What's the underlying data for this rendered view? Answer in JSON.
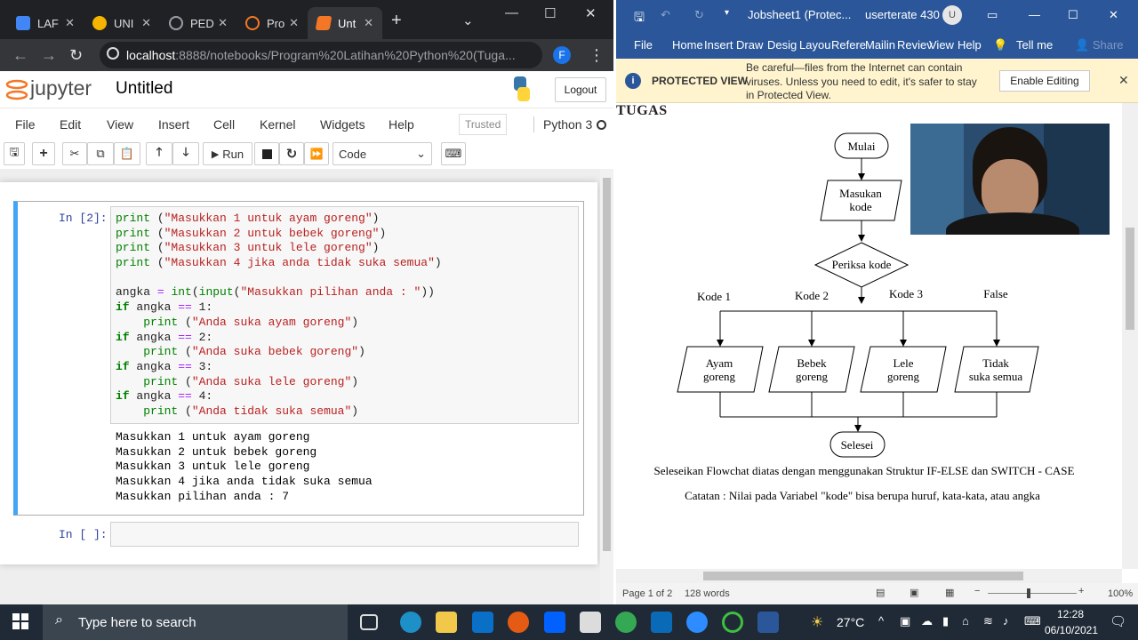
{
  "chrome": {
    "tabs": [
      {
        "label": "LAF",
        "color": "#4285f4"
      },
      {
        "label": "UNI",
        "color": "#f4b400"
      },
      {
        "label": "PED",
        "color": "#9aa0a6"
      },
      {
        "label": "Pro",
        "color": "#f37726"
      },
      {
        "label": "Unt",
        "color": "#f37726"
      }
    ],
    "new_tab": "+",
    "url_host": "localhost",
    "url_rest": ":8888/notebooks/Program%20Latihan%20Python%20(Tuga...",
    "profile": "F"
  },
  "jupyter": {
    "logo": "jupyter",
    "title": "Untitled",
    "logout": "Logout",
    "menus": [
      "File",
      "Edit",
      "View",
      "Insert",
      "Cell",
      "Kernel",
      "Widgets",
      "Help"
    ],
    "trusted": "Trusted",
    "kernel": "Python 3",
    "run_label": "Run",
    "cell_type": "Code",
    "prompt_in": "In [2]:",
    "prompt_empty": "In [ ]:",
    "code_lines": [
      "print (\"Masukkan 1 untuk ayam goreng\")",
      "print (\"Masukkan 2 untuk bebek goreng\")",
      "print (\"Masukkan 3 untuk lele goreng\")",
      "print (\"Masukkan 4 jika anda tidak suka semua\")",
      "",
      "angka = int(input(\"Masukkan pilihan anda : \"))",
      "if angka == 1:",
      "    print (\"Anda suka ayam goreng\")",
      "if angka == 2:",
      "    print (\"Anda suka bebek goreng\")",
      "if angka == 3:",
      "    print (\"Anda suka lele goreng\")",
      "if angka == 4:",
      "    print (\"Anda tidak suka semua\")"
    ],
    "output_lines": [
      "Masukkan 1 untuk ayam goreng",
      "Masukkan 2 untuk bebek goreng",
      "Masukkan 3 untuk lele goreng",
      "Masukkan 4 jika anda tidak suka semua",
      "Masukkan pilihan anda : 7"
    ]
  },
  "word": {
    "title": "Jobsheet1 (Protec...",
    "user": "userterate 430",
    "avatar": "U",
    "ribbon_tabs": [
      "File",
      "Home",
      "Insert",
      "Draw",
      "Desig",
      "Layou",
      "Refere",
      "Mailin",
      "Reviev",
      "View",
      "Help"
    ],
    "tell_me": "Tell me",
    "share": "Share",
    "protected_title": "PROTECTED VIEW",
    "protected_msg": "Be careful—files from the Internet can contain viruses. Unless you need to edit, it's safer to stay in Protected View.",
    "enable_editing": "Enable Editing",
    "heading": "TUGAS",
    "flow": {
      "start": "Mulai",
      "input1": "Masukan",
      "input2": "kode",
      "decision": "Periksa kode",
      "branches": [
        "Kode 1",
        "Kode 2",
        "Kode 3",
        "False"
      ],
      "outputs": [
        [
          "Ayam",
          "goreng"
        ],
        [
          "Bebek",
          "goreng"
        ],
        [
          "Lele",
          "goreng"
        ],
        [
          "Tidak",
          "suka semua"
        ]
      ],
      "end": "Selesei"
    },
    "instruction": "Seleseikan Flowchat diatas dengan menggunakan Struktur IF-ELSE dan SWITCH - CASE",
    "note": "Catatan : Nilai pada Variabel \"kode\" bisa berupa huruf, kata-kata, atau angka",
    "status_page": "Page 1 of 2",
    "status_words": "128 words",
    "zoom": "100%"
  },
  "taskbar": {
    "search_placeholder": "Type here to search",
    "weather": "27°C",
    "time": "12:28",
    "date": "06/10/2021"
  }
}
